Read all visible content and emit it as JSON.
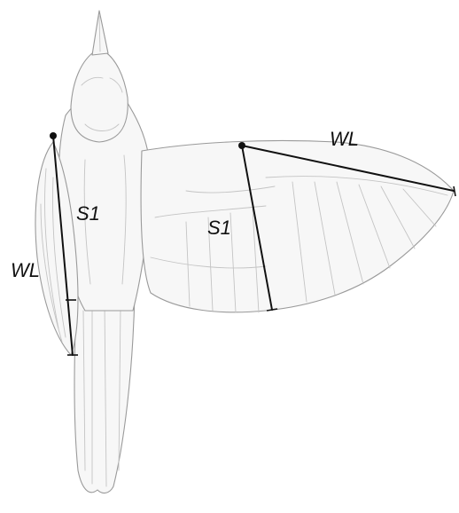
{
  "diagram": {
    "subject": "bird-ventral-view",
    "labels": {
      "folded_wing_wl": "WL",
      "folded_wing_s1": "S1",
      "spread_wing_wl": "WL",
      "spread_wing_s1": "S1"
    },
    "colors": {
      "measure_line": "#111111",
      "sketch_stroke": "#9a9a9a",
      "background": "#ffffff"
    }
  }
}
